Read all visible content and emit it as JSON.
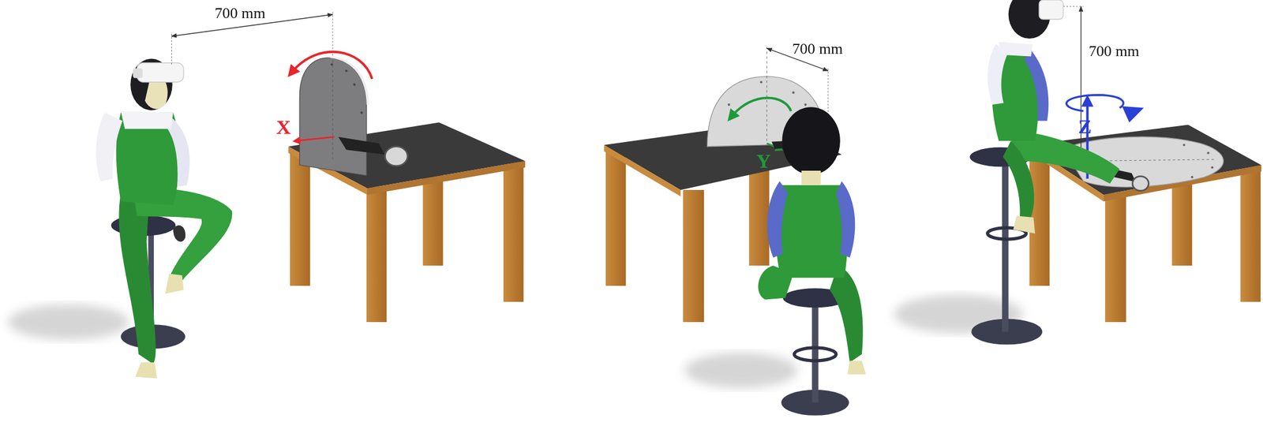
{
  "diagram": {
    "labels": [
      "700 mm",
      "X",
      "700 mm",
      "Y",
      "700 mm",
      "Z"
    ]
  }
}
